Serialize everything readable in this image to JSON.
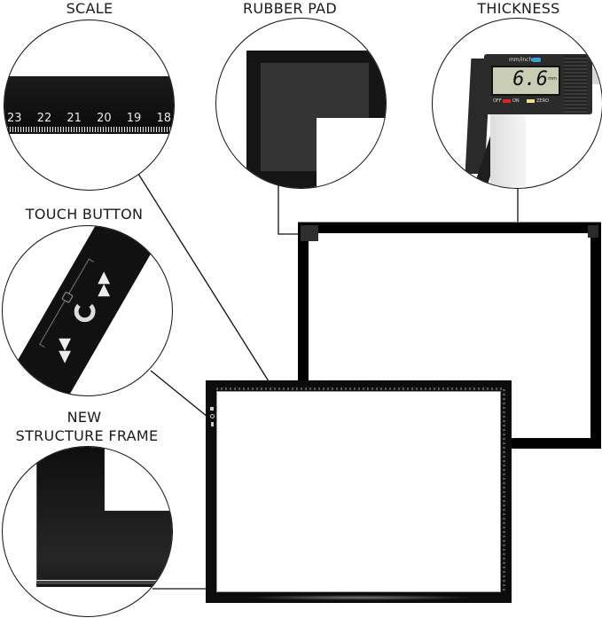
{
  "labels": {
    "scale": "SCALE",
    "rubber_pad": "RUBBER PAD",
    "thickness": "THICKNESS",
    "touch_button": "TOUCH BUTTON",
    "new_structure_line1": "NEW",
    "new_structure_line2": "STRUCTURE FRAME"
  },
  "scale_ticks": [
    "23",
    "22",
    "21",
    "20",
    "19",
    "18"
  ],
  "caliper": {
    "brand_label": "mm/inch",
    "reading": "6.6",
    "unit": "mm",
    "off_label": "OFF",
    "on_label": "ON",
    "zero_label": "ZERO"
  },
  "colors": {
    "frame": "#0d0d0d",
    "rubber_pad": "#2e2e2e",
    "lcd": "#c9cdb4",
    "background": "#ffffff"
  }
}
